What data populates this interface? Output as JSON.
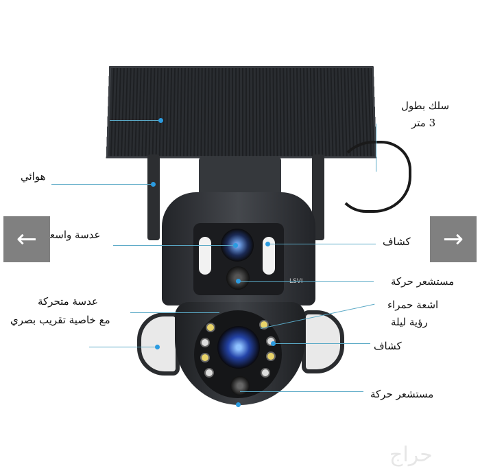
{
  "nav": {
    "prev_icon": "←",
    "next_icon": "→"
  },
  "labels": {
    "cable_line1": "سلك بطول",
    "cable_line2": "3 متر",
    "antenna": "هوائي",
    "wide_lens": "عدسة واسعة",
    "spotlight_top": "كشاف",
    "motion_sensor_top": "مستشعر حركة",
    "moving_lens_line1": "عدسة متحركة",
    "moving_lens_line2": "مع خاصية تقريب بصري",
    "infrared_line1": "اشعة حمراء",
    "infrared_line2": "رؤية ليلة",
    "spotlight_bottom": "كشاف",
    "motion_sensor_bottom": "مستشعر حركة"
  },
  "brand": "LSVI",
  "watermark": "حراج",
  "colors": {
    "pointer": "#2b9be0",
    "nav_bg": "#808080"
  }
}
